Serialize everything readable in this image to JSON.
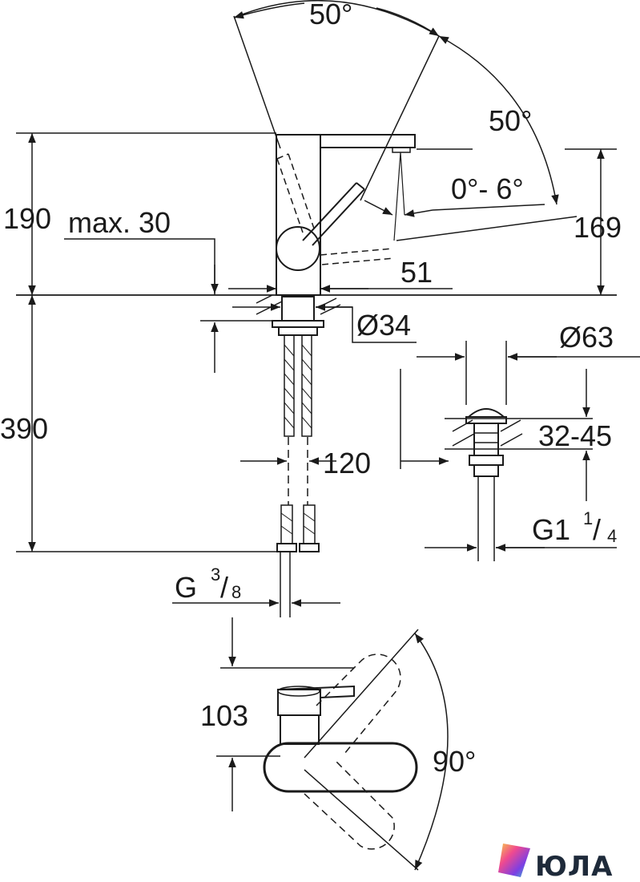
{
  "dimensions": {
    "angle_top": "50°",
    "angle_right": "50°",
    "tilt_range": "0°- 6°",
    "total_height": "190",
    "max_deck": "max. 30",
    "spout_height": "169",
    "spout_reach": "51",
    "hole_diameter": "Ø34",
    "below_deck": "390",
    "hose_length": "120",
    "thread_inlet_main": "G",
    "thread_inlet_num": "3",
    "thread_inlet_den": "8",
    "waste_diameter": "Ø63",
    "waste_range": "32-45",
    "thread_waste_main": "G1",
    "thread_waste_num": "1",
    "thread_waste_den": "4",
    "top_view_depth": "103",
    "swivel_angle": "90°"
  },
  "logo": {
    "text": "ЮЛА",
    "colors": [
      "#7b3fe4",
      "#2fd0c8",
      "#f04a8f",
      "#f7c948"
    ]
  }
}
